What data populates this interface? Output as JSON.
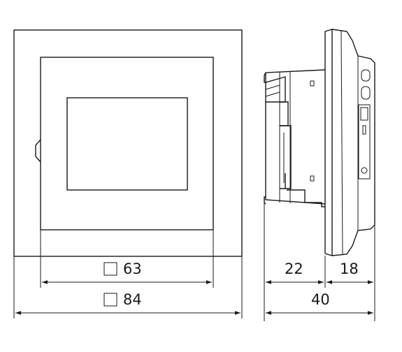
{
  "front_view": {
    "dimensions": [
      {
        "symbol": "□",
        "value": "63"
      },
      {
        "symbol": "□",
        "value": "84"
      }
    ]
  },
  "side_view": {
    "dimensions": [
      {
        "value": "22"
      },
      {
        "value": "18"
      },
      {
        "value": "40"
      }
    ]
  }
}
